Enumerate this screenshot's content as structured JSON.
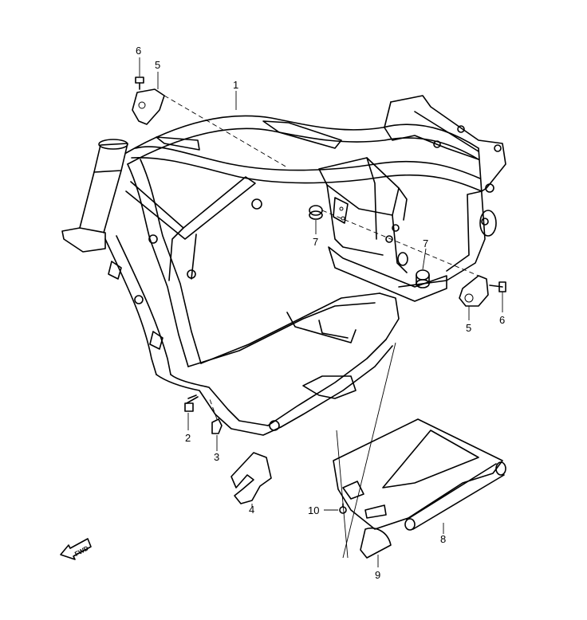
{
  "callouts": {
    "c1": "1",
    "c2": "2",
    "c3": "3",
    "c4": "4",
    "c5_top": "5",
    "c6_top": "6",
    "c5_right": "5",
    "c6_right": "6",
    "c7_left": "7",
    "c7_right": "7",
    "c8": "8",
    "c9": "9",
    "c10": "10"
  },
  "fwd_arrow": {
    "label": "FWD",
    "icon": "forward-arrow-icon"
  }
}
